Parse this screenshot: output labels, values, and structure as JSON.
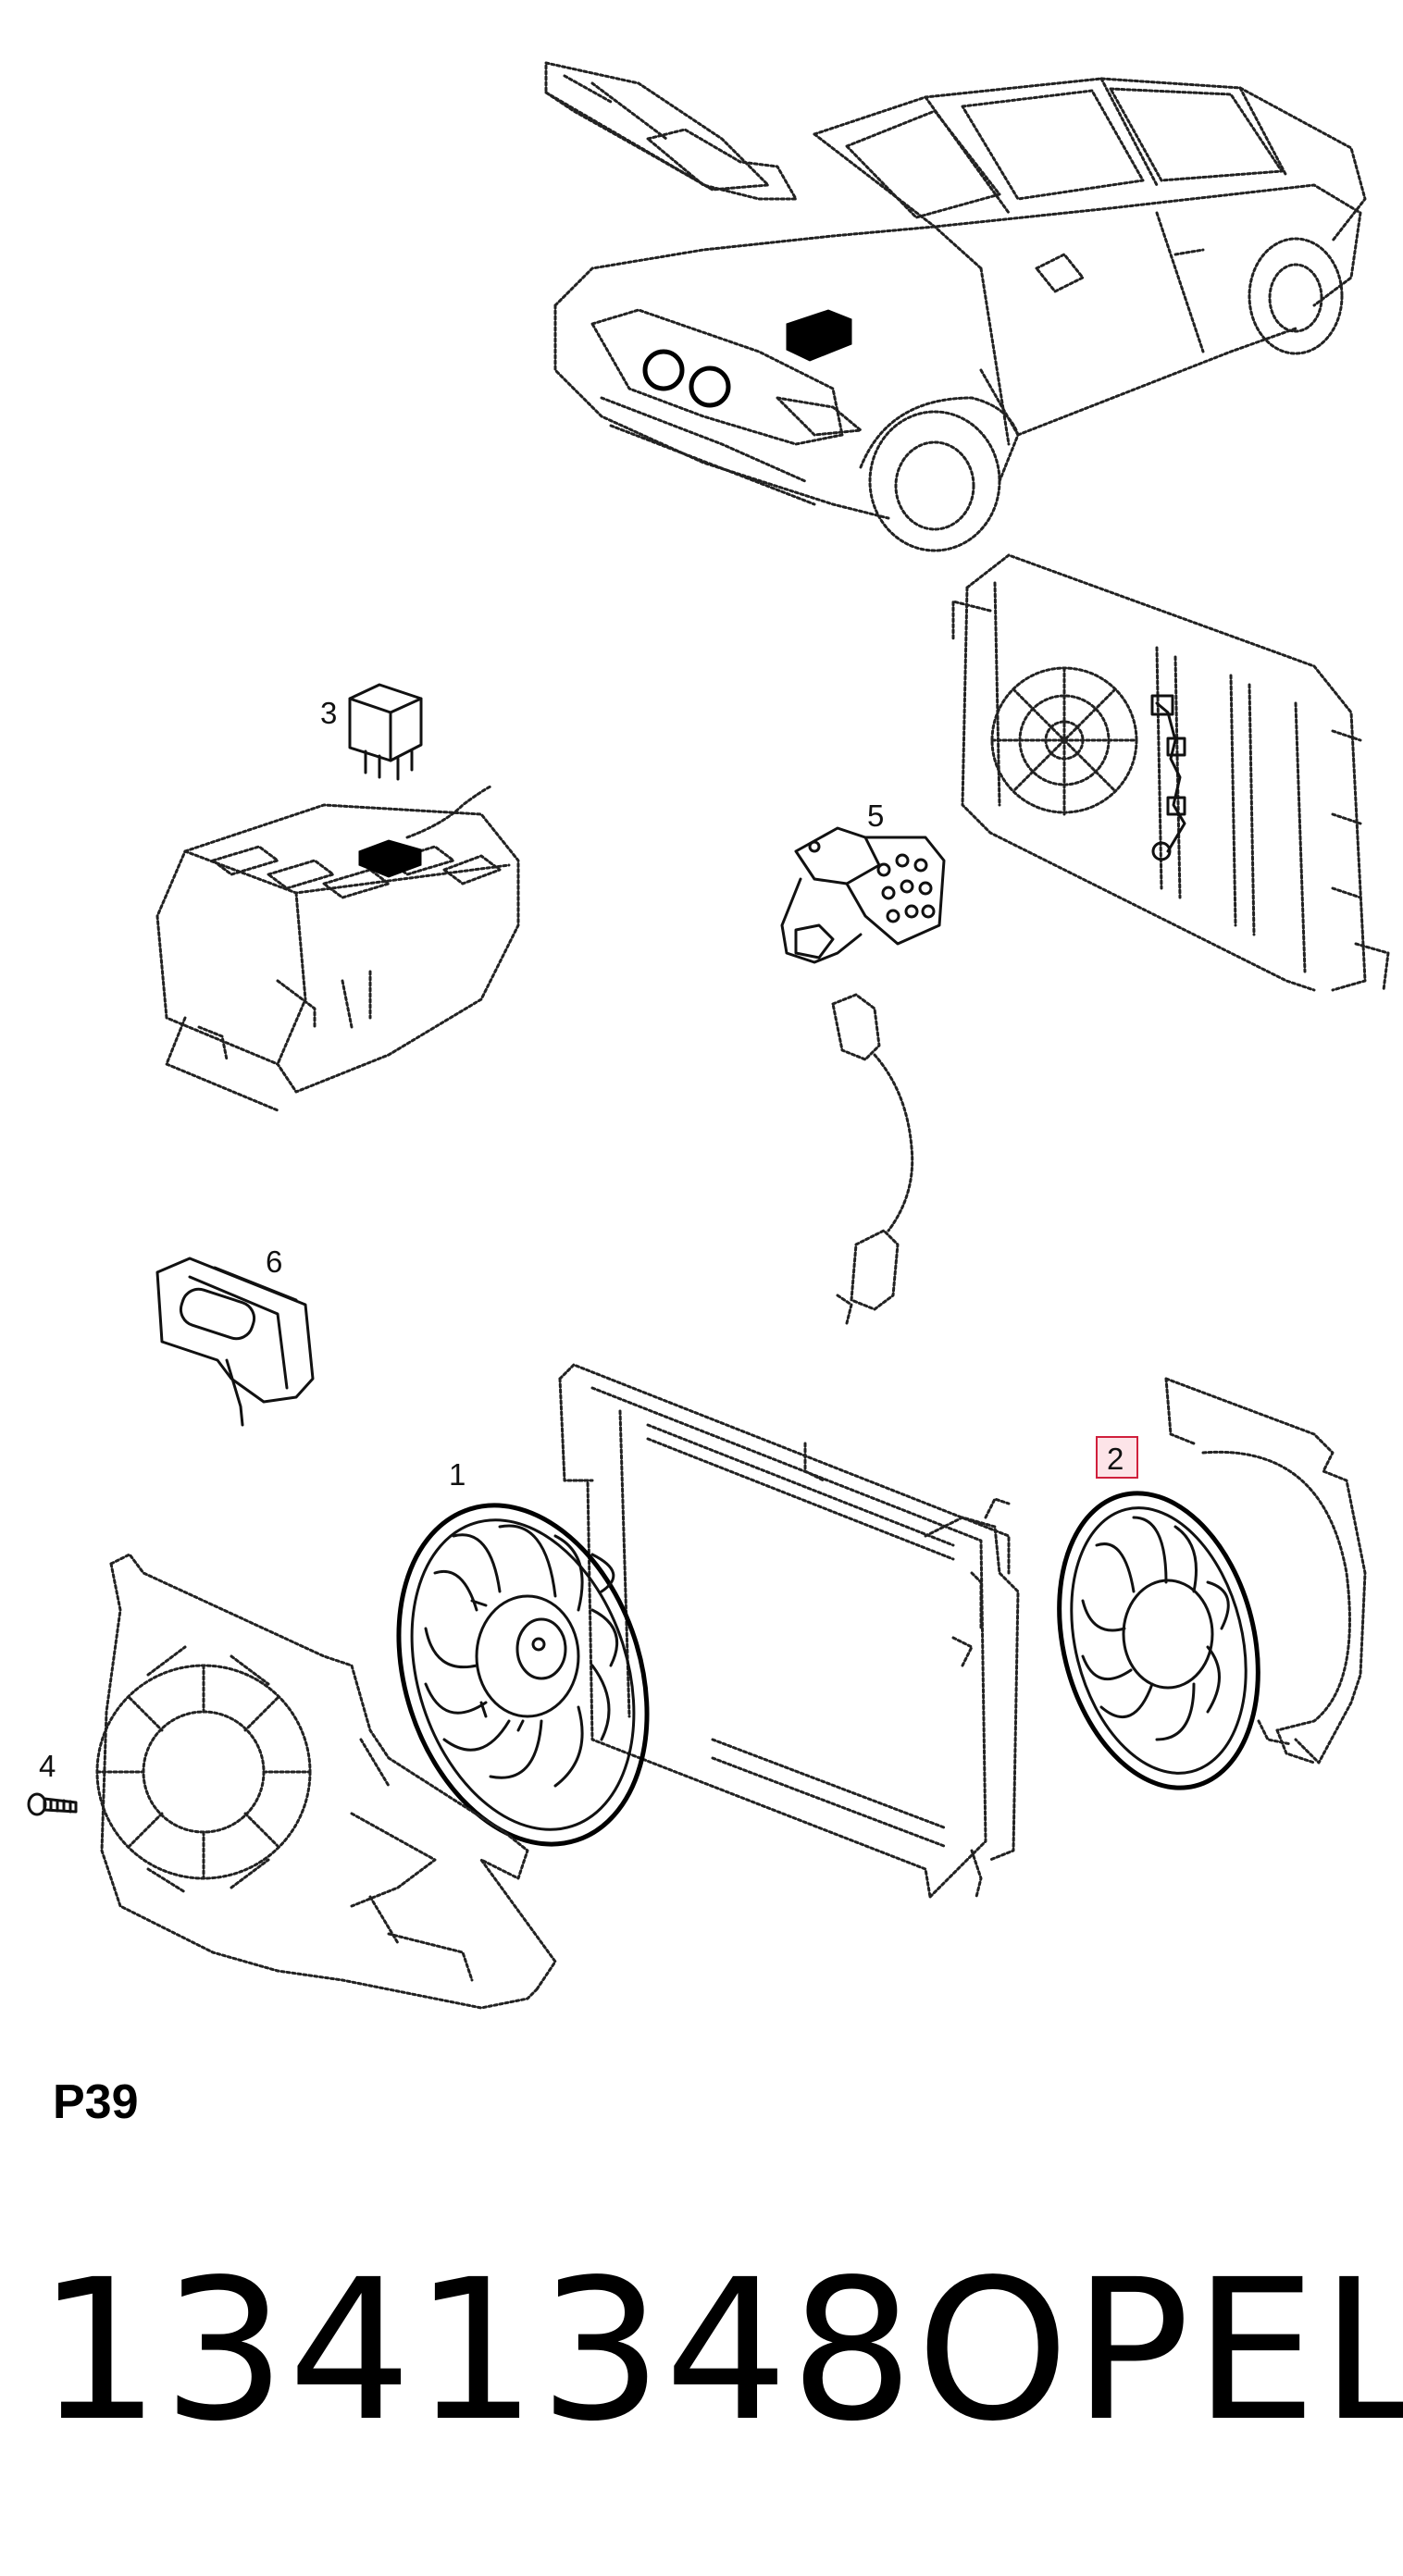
{
  "callouts": {
    "fan_left": "1",
    "fan_right": "2",
    "relay": "3",
    "bolt": "4",
    "resistor": "5",
    "clip": "6"
  },
  "page_code": "P39",
  "part_number": "1341348",
  "brand": "OPEL",
  "colors": {
    "highlight_border": "#d0203c",
    "highlight_fill": "#fde4e8",
    "line": "#111111"
  }
}
